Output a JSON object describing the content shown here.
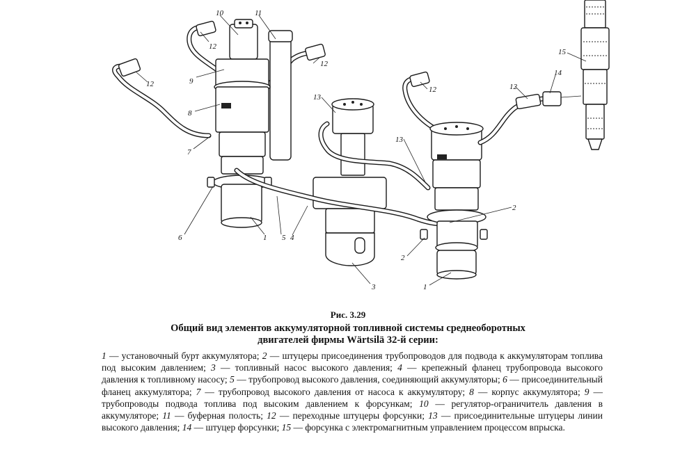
{
  "figure": {
    "number": "Рис. 3.29",
    "title_line1": "Общий вид элементов аккумуляторной топливной системы среднеоборотных",
    "title_line2": "двигателей фирмы Wärtsilä 32-й серии:",
    "callouts": {
      "c1a": "1",
      "c1b": "1",
      "c2a": "2",
      "c2b": "2",
      "c3": "3",
      "c4": "4",
      "c5": "5",
      "c6": "6",
      "c7": "7",
      "c8": "8",
      "c9": "9",
      "c10": "10",
      "c11": "11",
      "c12a": "12",
      "c12b": "12",
      "c12c": "12",
      "c12d": "12",
      "c12e": "12",
      "c12f": "12",
      "c13a": "13",
      "c13b": "13",
      "c14": "14",
      "c15": "15"
    }
  },
  "legend": [
    {
      "num": "1",
      "text": " — установочный бурт аккумулятора; "
    },
    {
      "num": "2",
      "text": " — штуцеры присоединения трубопроводов для подвода к аккумуляторам топлива под высоким давлением; "
    },
    {
      "num": "3",
      "text": " — топливный насос высокого давления; "
    },
    {
      "num": "4",
      "text": " — крепежный фланец трубопровода высокого давления к топливному насосу; "
    },
    {
      "num": "5",
      "text": " — трубопровод высокого давления, соединяющий аккумуляторы; "
    },
    {
      "num": "6",
      "text": " — присоединительный фланец аккумулятора; "
    },
    {
      "num": "7",
      "text": " — трубопровод высокого давления от насоса к аккумулятору; "
    },
    {
      "num": "8",
      "text": " — корпус аккумулятора; "
    },
    {
      "num": "9",
      "text": " — трубопроводы подвода топлива под высоким давлением к форсункам; "
    },
    {
      "num": "10",
      "text": " — регулятор-ограничитель давления в аккумуляторе; "
    },
    {
      "num": "11",
      "text": " — буферная полость; "
    },
    {
      "num": "12",
      "text": " — переходные штуцеры форсунки; "
    },
    {
      "num": "13",
      "text": " — присоединительные штуцеры линии высокого давления; "
    },
    {
      "num": "14",
      "text": " — штуцер форсунки; "
    },
    {
      "num": "15",
      "text": " — форсунка с электромагнитным управлением процессом впрыска."
    }
  ]
}
